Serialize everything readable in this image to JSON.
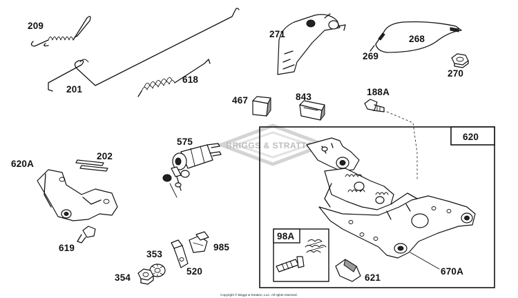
{
  "diagram": {
    "watermark": "BRIGGS & STRATTON",
    "copyright": "Copyright © Briggs & Stratton, LLC. All rights reserved.",
    "callouts": {
      "p209": "209",
      "p201": "201",
      "p618": "618",
      "p271": "271",
      "p268": "268",
      "p269": "269",
      "p270": "270",
      "p467": "467",
      "p843": "843",
      "p188A": "188A",
      "p575": "575",
      "p620A": "620A",
      "p202": "202",
      "p619": "619",
      "p353": "353",
      "p985": "985",
      "p354": "354",
      "p520": "520",
      "p620": "620",
      "p98A": "98A",
      "p621": "621",
      "p670A": "670A"
    }
  }
}
